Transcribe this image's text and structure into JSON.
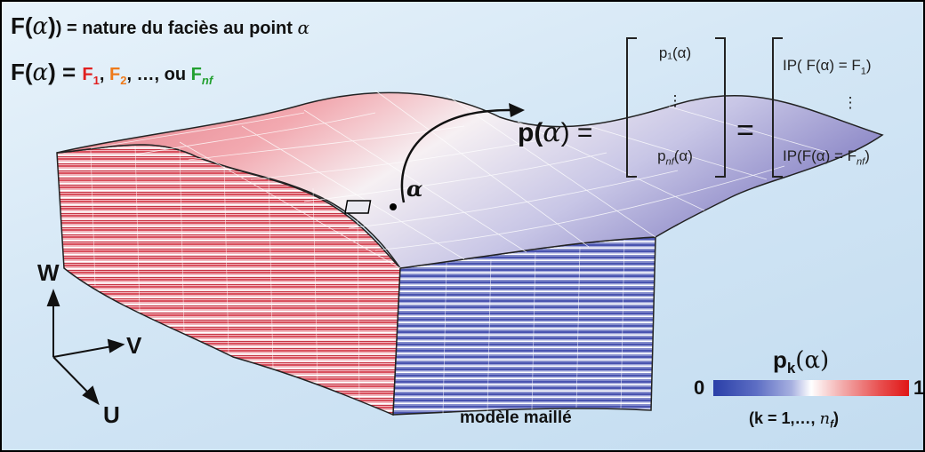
{
  "header": {
    "line1_prefix": "F(",
    "alpha": "α",
    "line1_suffix": ") = nature du faciès au point ",
    "line1_alpha": "α",
    "line2_prefix": "F(",
    "line2_mid": ") = ",
    "f1": "F",
    "f1_sub": "1",
    "comma1": ", ",
    "f2": "F",
    "f2_sub": "2",
    "ellipsis": ", …, ou ",
    "fnf": "F",
    "fnf_sub": "nf"
  },
  "equation": {
    "lhs": "p(",
    "lhs_alpha": "α",
    "lhs_end": ") =",
    "equals": "=",
    "vector_p": {
      "top": "p₁(α)",
      "middle": "⋮",
      "bottom_prefix": "p",
      "bottom_sub": "nf",
      "bottom_suffix": "(α)"
    },
    "vector_prob": {
      "top_prefix": "IP( F(α) = F",
      "top_sub": "1",
      "top_suffix": ")",
      "middle": "⋮",
      "bottom_prefix": "IP(F(α) = F",
      "bottom_sub": "nf",
      "bottom_suffix": ")"
    }
  },
  "model": {
    "point_label": "α",
    "caption": "modèle maillé"
  },
  "axes": {
    "w": "W",
    "v": "V",
    "u": "U"
  },
  "colorbar": {
    "title_prefix": "p",
    "title_sub": "k",
    "title_suffix": "(α)",
    "min": "0",
    "max": "1",
    "range_prefix": "(k = 1,…, ",
    "range_var": "n",
    "range_sub": "f",
    "range_suffix": ")",
    "colors": [
      "#2a3fa8",
      "#ffffff",
      "#e01616"
    ]
  }
}
